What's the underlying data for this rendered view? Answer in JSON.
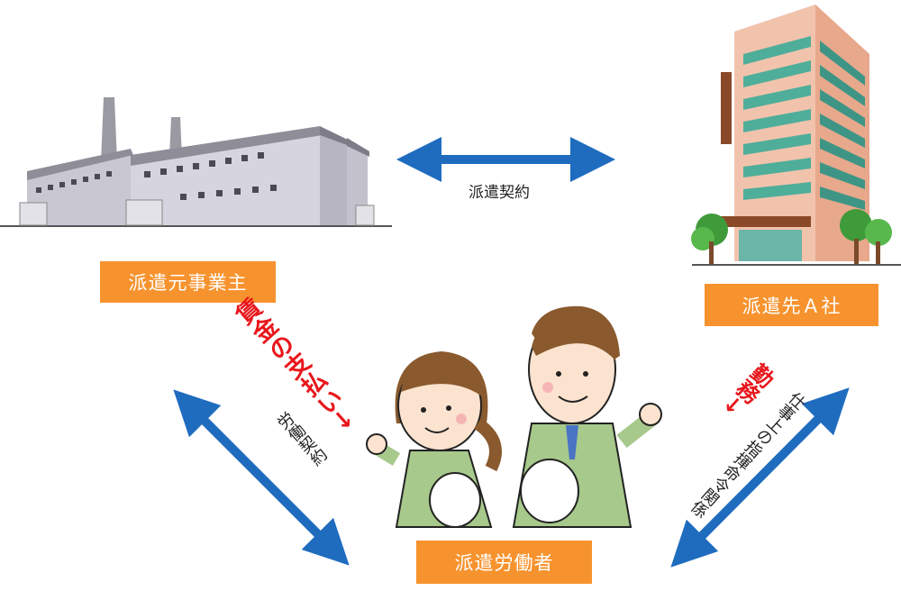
{
  "diagram": {
    "nodes": {
      "dispatcher": "派遣元事業主",
      "client": "派遣先Ａ社",
      "worker": "派遣労働者"
    },
    "relations": {
      "dispatch_contract": "派遣契約",
      "labor_contract": "労働契約",
      "wage_payment": "賃金の支払い→",
      "command_relation": "仕事上の指揮命令関係",
      "work": "勤務→"
    },
    "colors": {
      "arrow_blue": "#1f6cbf",
      "label_orange": "#f7932e",
      "emphasis_red": "#e8161b"
    },
    "icons": [
      "factory-illustration",
      "office-building-illustration",
      "workers-illustration"
    ]
  }
}
